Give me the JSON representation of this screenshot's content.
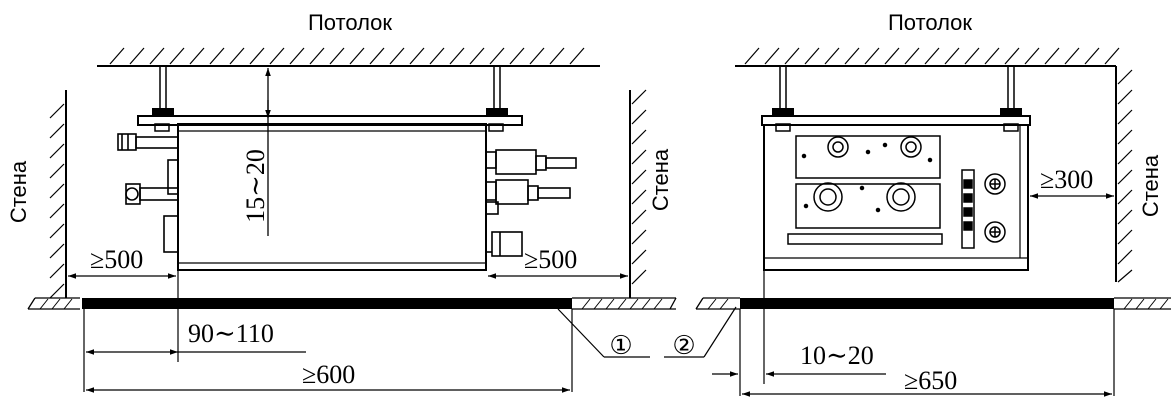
{
  "labels": {
    "ceiling_left": "Потолок",
    "ceiling_right": "Потолок",
    "wall_left": "Стена",
    "wall_middle": "Стена",
    "wall_right": "Стена"
  },
  "dimensions": {
    "left_gap_left": "≥500",
    "left_gap_right": "≥500",
    "ceiling_gap": "15∼20",
    "panel_offset": "90∼110",
    "panel_width": "≥600",
    "side_clearance": "≥300",
    "side_offset": "10∼20",
    "side_width": "≥650"
  },
  "callouts": {
    "item1": "①",
    "item2": "②"
  }
}
